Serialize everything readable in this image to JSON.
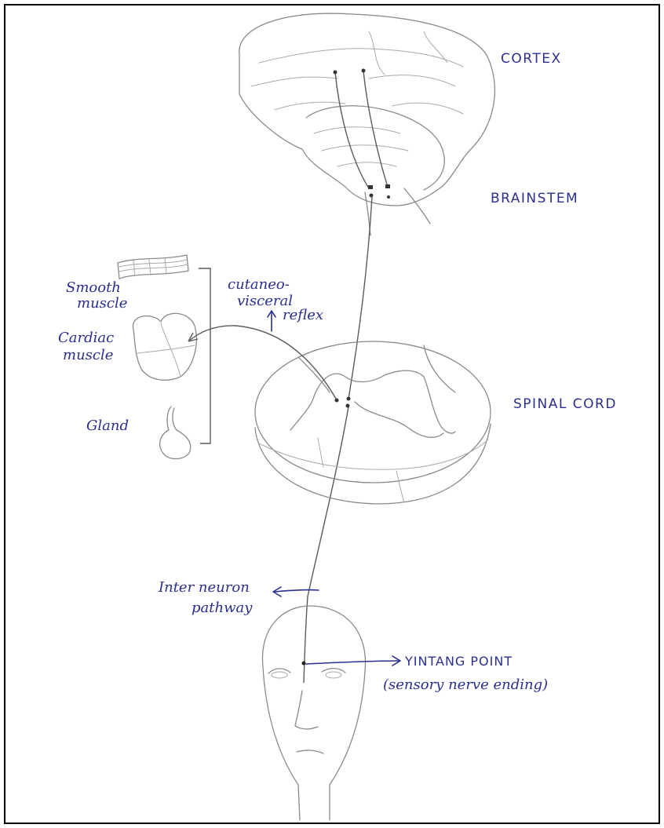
{
  "labels": {
    "cortex": "CORTEX",
    "brainstem": "BRAINSTEM",
    "spinal_cord": "SPINAL CORD",
    "smooth_muscle_line1": "Smooth",
    "smooth_muscle_line2": "muscle",
    "cardiac_muscle_line1": "Cardiac",
    "cardiac_muscle_line2": "muscle",
    "gland": "Gland",
    "reflex_line1": "cutaneo-",
    "reflex_line2": "visceral",
    "reflex_line3": "reflex",
    "interneuron_line1": "Inter neuron",
    "interneuron_line2": "pathway",
    "yintang_line1": "YINTANG POINT",
    "yintang_line2": "(sensory nerve ending)"
  },
  "colors": {
    "ink": "#2a2f8f",
    "pencil": "#8a8a8a",
    "frame": "#000000"
  }
}
